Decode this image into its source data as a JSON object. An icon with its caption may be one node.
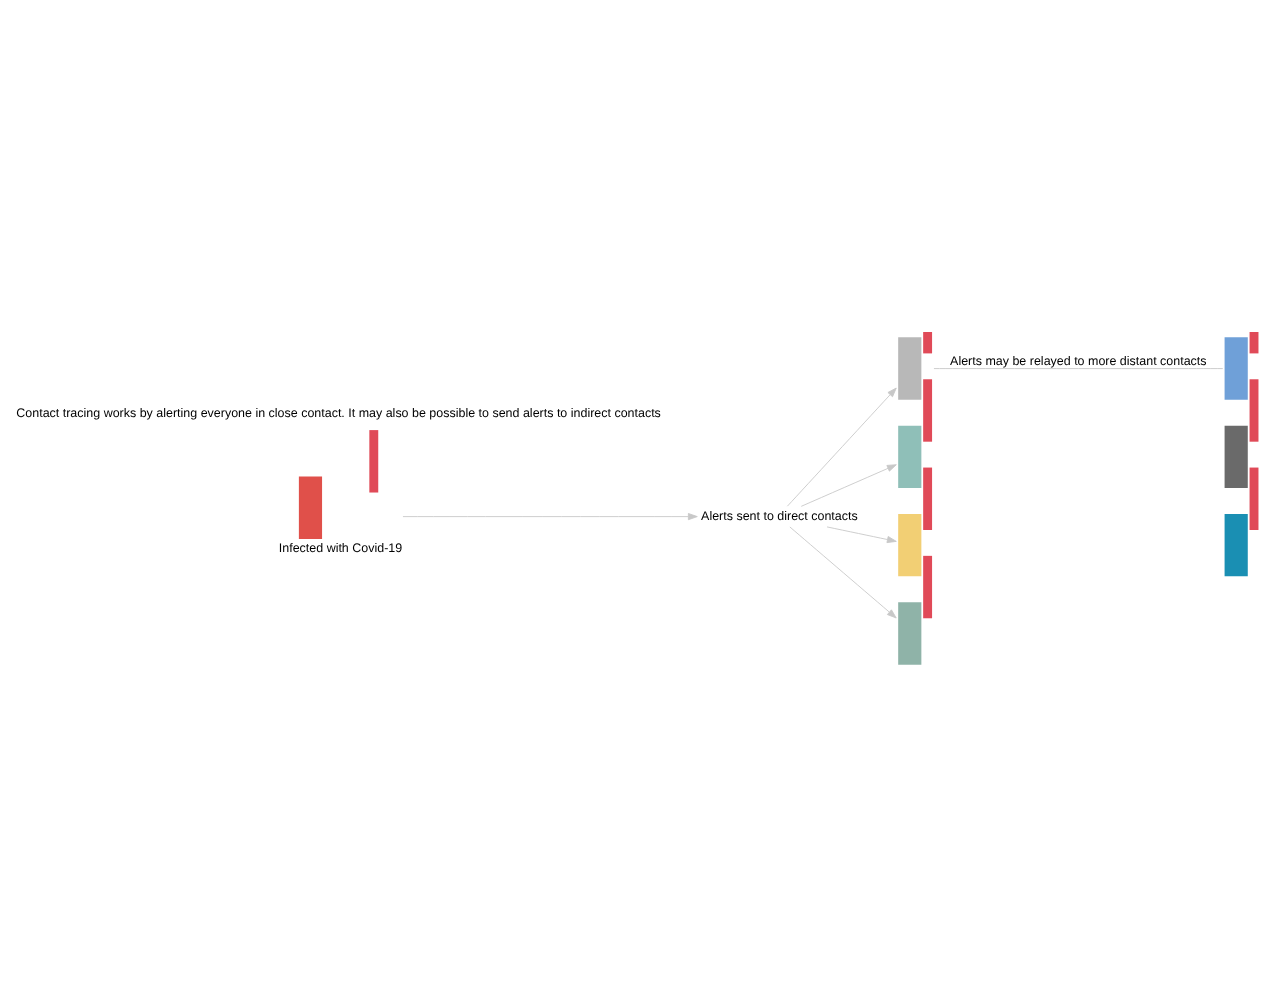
{
  "diagram": {
    "nodes": [
      {
        "text": [],
        "shape": "picture",
        "beside": [
          "Infected with Covid-19"
        ]
      },
      {
        "text": [
          "Alerts sent to direct contacts"
        ]
      },
      {
        "text": [],
        "shape": "picture"
      },
      {
        "text": [],
        "shape": "picture"
      },
      {
        "text": [],
        "shape": "picture"
      },
      {
        "text": [],
        "shape": "picture"
      },
      {
        "text": [],
        "shape": "picture"
      },
      {
        "text": [],
        "shape": "picture"
      },
      {
        "text": [],
        "shape": "picture"
      }
    ],
    "edges": [
      {
        "from": 0,
        "to": 1,
        "arrow": "to"
      },
      {
        "from": 1,
        "to": 2,
        "arrow": "to"
      },
      {
        "from": 1,
        "to": 3,
        "arrow": "to"
      },
      {
        "from": 1,
        "to": 4,
        "arrow": "to"
      },
      {
        "from": 1,
        "to": 5,
        "arrow": "to"
      },
      {
        "from": 2,
        "to": 6,
        "label": "Alerts may be relayed to more distant contacts",
        "arrow": "none"
      }
    ],
    "labels": [
      "Contact tracing works by alerting everyone in close contact. It may also be possible to send alerts to indirect contacts"
    ]
  }
}
